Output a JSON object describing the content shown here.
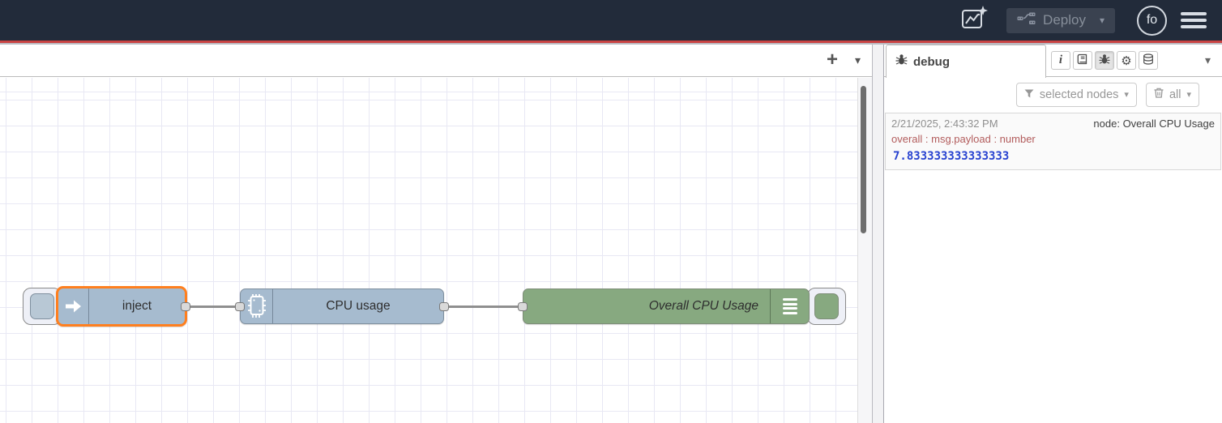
{
  "header": {
    "deploy": {
      "label": "Deploy"
    },
    "avatar": {
      "initials": "fo"
    }
  },
  "workspace": {
    "nodes": {
      "inject": {
        "label": "inject"
      },
      "cpu": {
        "label": "CPU usage"
      },
      "debug": {
        "label": "Overall CPU Usage"
      }
    }
  },
  "sidebar": {
    "tab": {
      "label": "debug"
    },
    "toolbar": {
      "filter_label": "selected nodes",
      "clear_label": "all"
    },
    "messages": [
      {
        "timestamp": "2/21/2025, 2:43:32 PM",
        "source": "node: Overall CPU Usage",
        "property": "overall : msg.payload : number",
        "value": "7.833333333333333"
      }
    ]
  },
  "icons": {
    "plus": "+",
    "chevron_down": "▾",
    "gear": "⚙",
    "info": "i"
  },
  "colors": {
    "header_bg": "#222b3a",
    "accent_red": "#c94343",
    "node_blue": "#a6bbcf",
    "node_green": "#87a980",
    "selection_orange": "#ff7f1e",
    "debug_property_text": "#b25c5c",
    "debug_number_text": "#2742d0"
  }
}
